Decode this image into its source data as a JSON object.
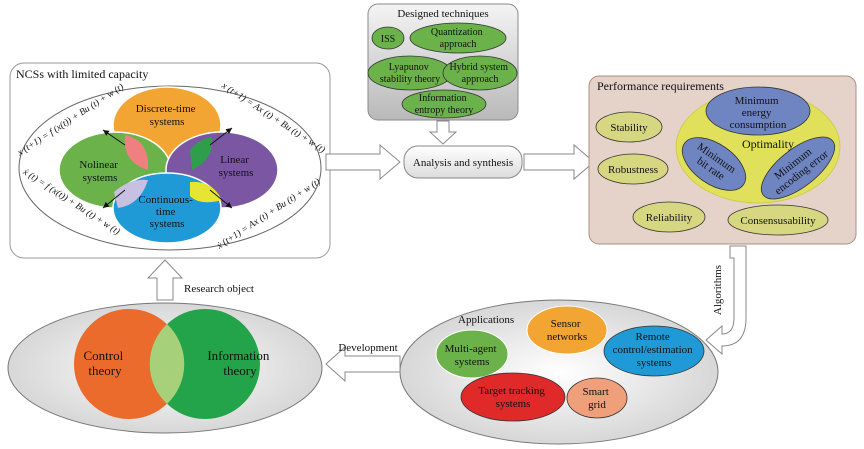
{
  "ncs": {
    "title": "NCSs with limited capacity",
    "discrete": [
      "Discrete-time",
      "systems"
    ],
    "nonlinear": [
      "Nolinear",
      "systems"
    ],
    "linear": [
      "Linear",
      "systems"
    ],
    "continuous": [
      "Continuous-",
      "time",
      "systems"
    ],
    "eq_tl": "x (t+1) = f (x(t)) + Bu (t) + w (t)",
    "eq_tr": "x (t+1) = Ax (t) + Bu (t) + w (t)",
    "eq_bl": "ẋ (t) = f (x(t)) + Bu (t) + w (t)",
    "eq_br": "ẋ (t+1) = Ax (t) + Bu (t) + w (t)"
  },
  "techniques": {
    "title": "Designed techniques",
    "iss": "ISS",
    "quantization": [
      "Quantization",
      "approach"
    ],
    "lyapunov": [
      "Lyapunov",
      "stability theory"
    ],
    "hybrid": [
      "Hybrid system",
      "approach"
    ],
    "information": [
      "Information",
      "entropy theory"
    ]
  },
  "analysis": {
    "label": "Analysis and synthesis"
  },
  "performance": {
    "title": "Performance requirements",
    "stability": "Stability",
    "robustness": "Robustness",
    "reliability": "Reliability",
    "consensusability": "Consensusability",
    "optimality": "Optimality",
    "min_energy": [
      "Minimum",
      "energy",
      "consumption"
    ],
    "min_bitrate": [
      "Minimum",
      "bit rate"
    ],
    "min_encoding": [
      "Minimum",
      "encoding error"
    ]
  },
  "arrows": {
    "algorithms": "Algorithms",
    "research_object": "Research object",
    "development": "Development"
  },
  "applications": {
    "title": "Applications",
    "multi_agent": [
      "Multi-agent",
      "systems"
    ],
    "sensor": [
      "Sensor",
      "networks"
    ],
    "remote": [
      "Remote",
      "control/estimation",
      "systems"
    ],
    "target": [
      "Target tracking",
      "systems"
    ],
    "smart_grid": [
      "Smart",
      "grid"
    ]
  },
  "theory": {
    "control": [
      "Control",
      "theory"
    ],
    "information": [
      "Information",
      "theory"
    ]
  },
  "colors": {
    "green": "#6bb24a",
    "orange": "#f2a532",
    "purple": "#7a56a3",
    "blue": "#1f9ad6",
    "olive": "#d7d782",
    "steel": "#6f85c1",
    "peach": "#efa07a",
    "red": "#e02a2a",
    "control_orange": "#ea6b2c",
    "info_green": "#23a34a"
  }
}
